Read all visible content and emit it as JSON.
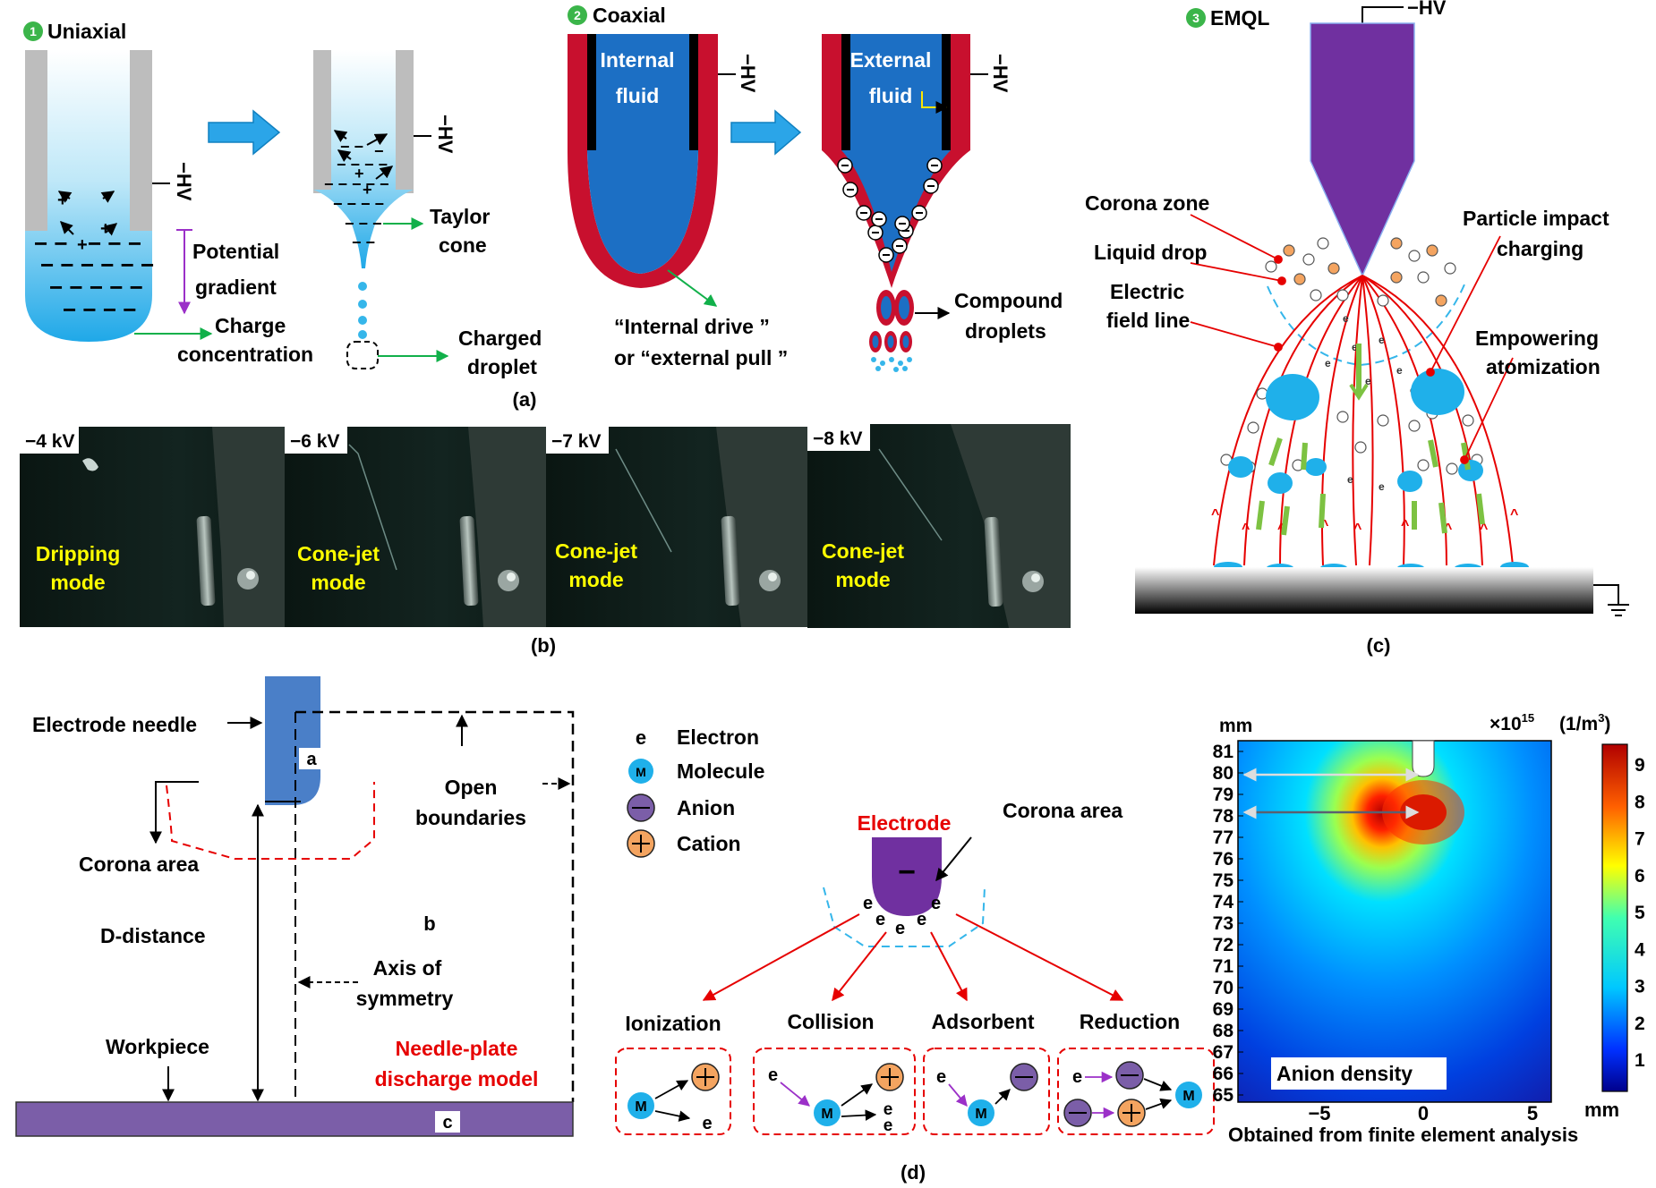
{
  "panel_a": {
    "caption": "(a)",
    "uniaxial": {
      "number": "1",
      "title": "Uniaxial",
      "hv": "−HV",
      "potential_gradient": [
        "Potential",
        "gradient"
      ],
      "charge_concentration": [
        "Charge",
        "concentration"
      ],
      "taylor_cone": [
        "Taylor",
        "cone"
      ],
      "charged_droplet": [
        "Charged",
        "droplet"
      ]
    },
    "coaxial": {
      "number": "2",
      "title": "Coaxial",
      "internal_fluid": [
        "Internal",
        "fluid"
      ],
      "external_fluid": [
        "External",
        "fluid"
      ],
      "hv": "−HV",
      "drive": [
        "“Internal drive ”",
        "or “external pull ”"
      ],
      "compound_droplets": [
        "Compound",
        "droplets"
      ]
    }
  },
  "panel_b": {
    "caption": "(b)",
    "frames": [
      {
        "voltage": "−4 kV",
        "mode": [
          "Dripping",
          "mode"
        ]
      },
      {
        "voltage": "−6 kV",
        "mode": [
          "Cone-jet",
          "mode"
        ]
      },
      {
        "voltage": "−7 kV",
        "mode": [
          "Cone-jet",
          "mode"
        ]
      },
      {
        "voltage": "−8 kV",
        "mode": [
          "Cone-jet",
          "mode"
        ]
      }
    ]
  },
  "panel_c": {
    "caption": "(c)",
    "number": "3",
    "title": "EMQL",
    "hv": "−HV",
    "corona_zone": "Corona zone",
    "liquid_drop": "Liquid drop",
    "electric_field_line": [
      "Electric",
      "field line"
    ],
    "particle_impact": [
      "Particle impact",
      "charging"
    ],
    "empowering": [
      "Empowering",
      "atomization"
    ]
  },
  "panel_d": {
    "caption": "(d)",
    "model": {
      "electrode_needle": "Electrode needle",
      "open_boundaries": [
        "Open",
        "boundaries"
      ],
      "corona_area": "Corona area",
      "d_distance": "D-distance",
      "axis_of_symmetry": [
        "Axis of",
        "symmetry"
      ],
      "workpiece": "Workpiece",
      "needle_plate": [
        "Needle-plate",
        "discharge model"
      ],
      "region_a": "a",
      "region_b": "b",
      "region_c": "c"
    },
    "legend": {
      "electron_symbol": "e",
      "electron": "Electron",
      "molecule_symbol": "M",
      "molecule": "Molecule",
      "anion": "Anion",
      "cation": "Cation"
    },
    "processes": {
      "electrode": "Electrode",
      "minus": "−",
      "corona_area": "Corona area",
      "e": "e",
      "m": "M",
      "ionization": "Ionization",
      "collision": "Collision",
      "adsorbent": "Adsorbent",
      "reduction": "Reduction"
    },
    "heatmap": {
      "y_unit": "mm",
      "x_unit": "mm",
      "scale_unit": "×10",
      "scale_exp": "15",
      "density_unit": "(1/m",
      "density_exp": "3",
      "density_close": ")",
      "label": "Anion density",
      "footer": "Obtained from finite element analysis",
      "y_ticks": [
        "81",
        "80",
        "79",
        "78",
        "77",
        "76",
        "75",
        "74",
        "73",
        "72",
        "71",
        "70",
        "69",
        "68",
        "67",
        "66",
        "65"
      ],
      "x_ticks": [
        "−5",
        "0",
        "5"
      ],
      "scale_ticks": [
        "9",
        "8",
        "7",
        "6",
        "5",
        "4",
        "3",
        "2",
        "1"
      ],
      "colors": {
        "low": "#00008b",
        "mid": "#00c8ff",
        "high": "#ff2000"
      }
    }
  }
}
